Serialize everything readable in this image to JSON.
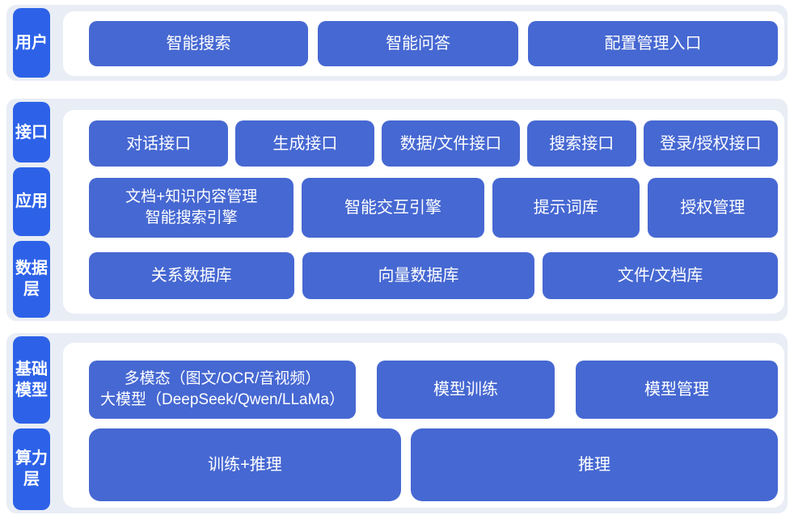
{
  "diagram": "layered-architecture",
  "colors": {
    "layer_pill_blue": "#2d62e8",
    "node_blue": "#4668d2",
    "band_background": "#e9edf5",
    "panel_background": "#ffffff",
    "text_on_blue": "#ffffff"
  },
  "layers": {
    "user": {
      "label": "用户"
    },
    "api": {
      "label": "接口"
    },
    "application": {
      "label": "应用"
    },
    "data": {
      "label": "数据层"
    },
    "foundation_model": {
      "label": "基础模型"
    },
    "compute": {
      "label": "算力层"
    }
  },
  "nodes": {
    "smart_search": "智能搜索",
    "smart_qa": "智能问答",
    "config_entry": "配置管理入口",
    "dialog_api": "对话接口",
    "generation_api": "生成接口",
    "data_file_api": "数据/文件接口",
    "search_api": "搜索接口",
    "login_auth_api": "登录/授权接口",
    "doc_km_engine_line1": "文档+知识内容管理",
    "doc_km_engine_line2": "智能搜索引擎",
    "interaction_engine": "智能交互引擎",
    "prompt_library": "提示词库",
    "auth_management": "授权管理",
    "relational_db": "关系数据库",
    "vector_db": "向量数据库",
    "file_doc_library": "文件/文档库",
    "multimodal_line1": "多模态（图文/OCR/音视频）",
    "multimodal_line2": "大模型（DeepSeek/Qwen/LLaMa）",
    "model_training": "模型训练",
    "model_management": "模型管理",
    "training_inference": "训练+推理",
    "inference": "推理"
  }
}
